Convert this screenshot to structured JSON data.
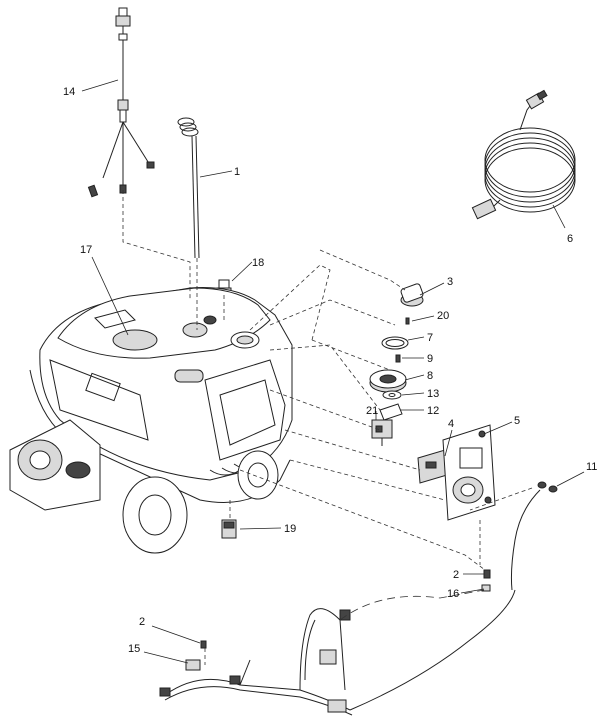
{
  "callouts": [
    {
      "id": "c14",
      "text": "14"
    },
    {
      "id": "c1",
      "text": "1"
    },
    {
      "id": "c6",
      "text": "6"
    },
    {
      "id": "c17",
      "text": "17"
    },
    {
      "id": "c18",
      "text": "18"
    },
    {
      "id": "c3",
      "text": "3"
    },
    {
      "id": "c20",
      "text": "20"
    },
    {
      "id": "c7",
      "text": "7"
    },
    {
      "id": "c9",
      "text": "9"
    },
    {
      "id": "c8",
      "text": "8"
    },
    {
      "id": "c13",
      "text": "13"
    },
    {
      "id": "c21",
      "text": "21"
    },
    {
      "id": "c12",
      "text": "12"
    },
    {
      "id": "c4",
      "text": "4"
    },
    {
      "id": "c5",
      "text": "5"
    },
    {
      "id": "c11",
      "text": "11"
    },
    {
      "id": "c19",
      "text": "19"
    },
    {
      "id": "c2a",
      "text": "2"
    },
    {
      "id": "c16",
      "text": "16"
    },
    {
      "id": "c2b",
      "text": "2"
    },
    {
      "id": "c15",
      "text": "15"
    }
  ]
}
